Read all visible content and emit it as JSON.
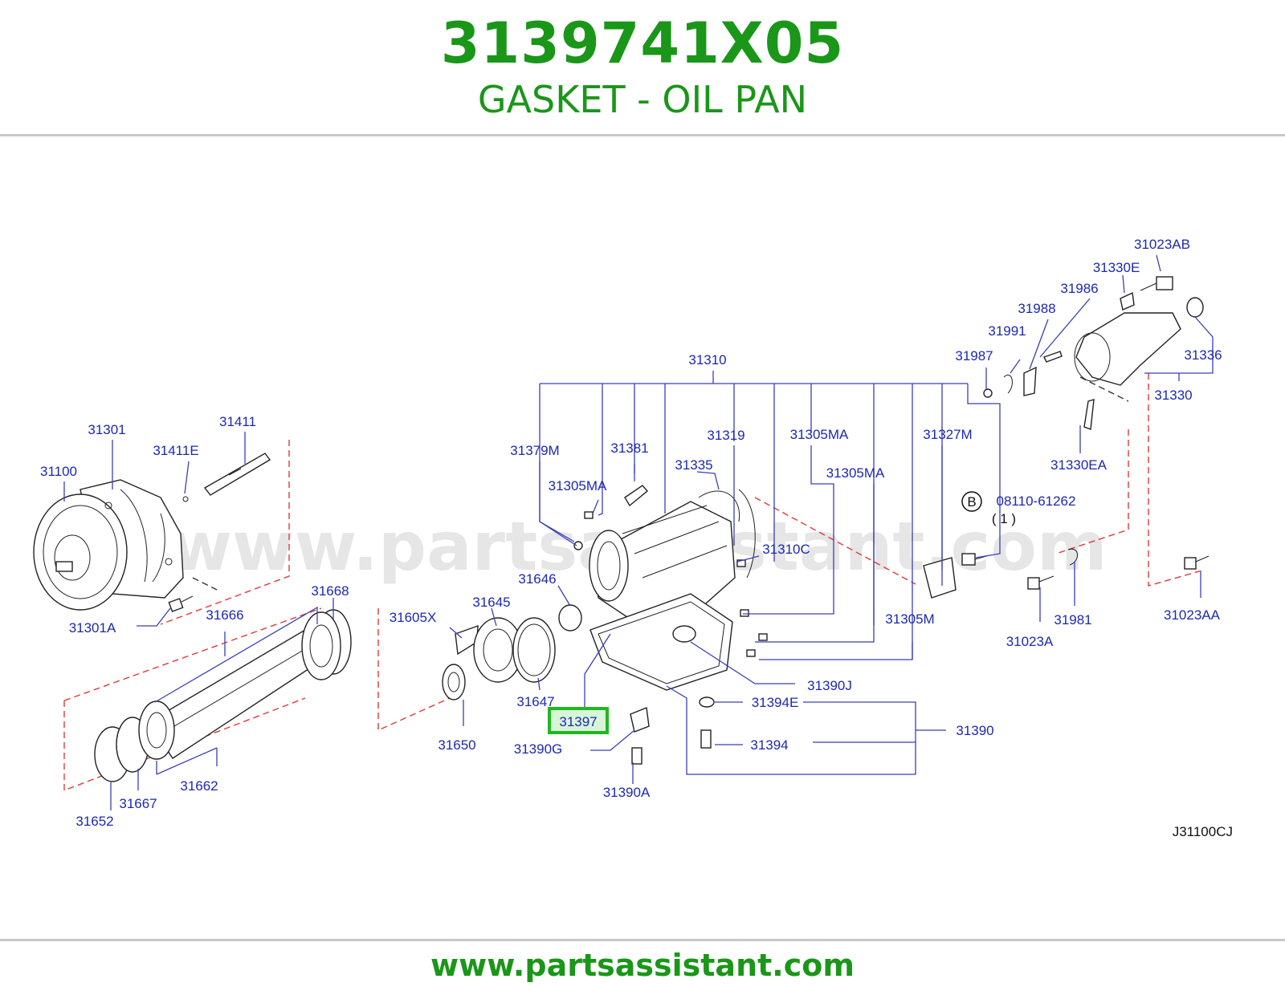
{
  "header": {
    "part_number": "3139741X05",
    "part_name": "GASKET - OIL PAN"
  },
  "footer": {
    "url": "www.partsassistant.com"
  },
  "watermark": "www.partsassistant.com",
  "diagram_code": "J31100CJ",
  "highlighted_callout": "31397",
  "colors": {
    "brand_green": "#1a9619",
    "callout_blue": "#1c28b4",
    "highlight_green": "#1fb81f",
    "dashed_red": "#e03a3a"
  },
  "callouts": {
    "c31023AB": "31023AB",
    "c31330E": "31330E",
    "c31986": "31986",
    "c31988": "31988",
    "c31991": "31991",
    "c31987": "31987",
    "c31336": "31336",
    "c31330": "31330",
    "c31330EA": "31330EA",
    "c31310": "31310",
    "c31301": "31301",
    "c31411": "31411",
    "c31411E": "31411E",
    "c31100": "31100",
    "c31379M": "31379M",
    "c31381": "31381",
    "c31319": "31319",
    "c31305MA_a": "31305MA",
    "c31327M": "31327M",
    "c31335": "31335",
    "c31305MA_b": "31305MA",
    "c31305MA_c": "31305MA",
    "bolt_ref": "08110-61262",
    "bolt_qty": "( 1 )",
    "bolt_letter": "B",
    "c31310C": "31310C",
    "c31646": "31646",
    "c31668": "31668",
    "c31666": "31666",
    "c31605X": "31605X",
    "c31645": "31645",
    "c31301A": "31301A",
    "c31305M": "31305M",
    "c31023A": "31023A",
    "c31981": "31981",
    "c31023AA": "31023AA",
    "c31390J": "31390J",
    "c31647": "31647",
    "c31394E": "31394E",
    "c31397": "31397",
    "c31390": "31390",
    "c31650": "31650",
    "c31390G": "31390G",
    "c31394": "31394",
    "c31390A": "31390A",
    "c31667": "31667",
    "c31662": "31662",
    "c31652": "31652"
  }
}
